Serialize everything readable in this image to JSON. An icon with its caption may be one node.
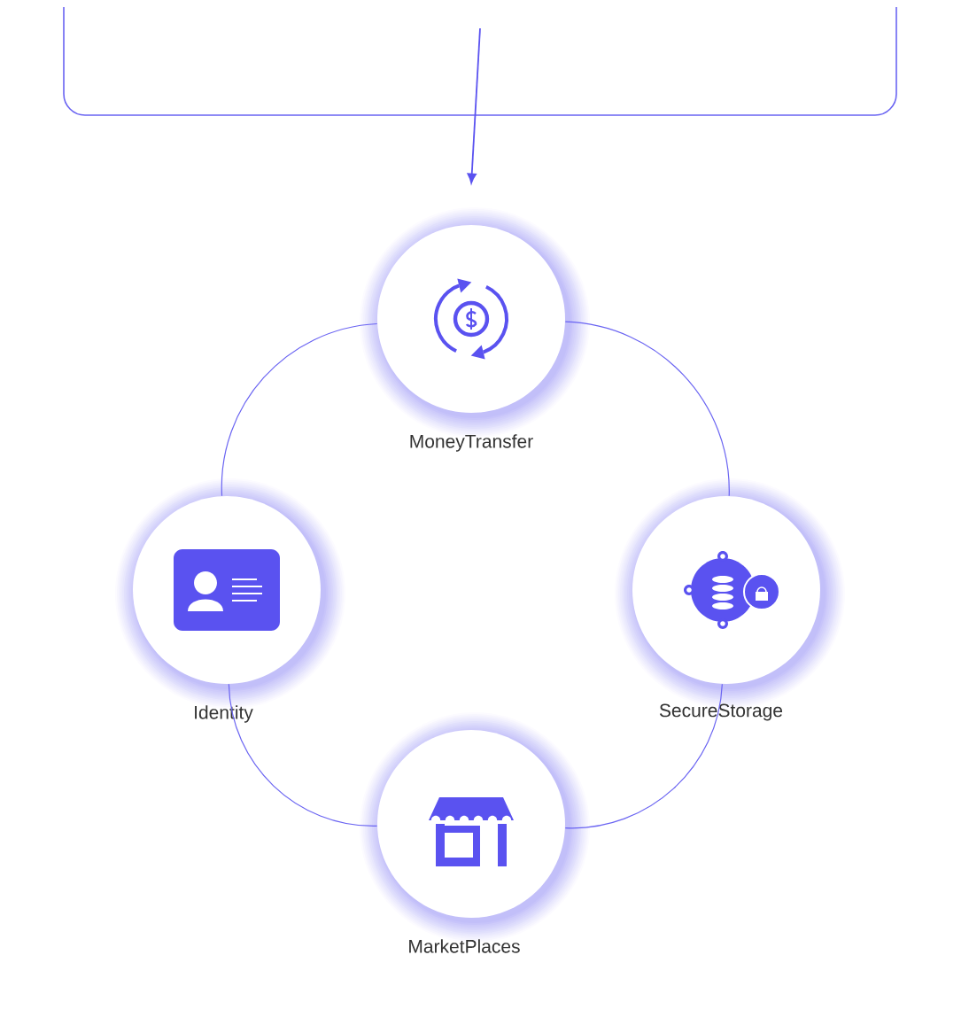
{
  "diagram": {
    "nodes": [
      {
        "text": [],
        "shape": "box"
      },
      {
        "text": [
          "MoneyTransfer"
        ]
      },
      {
        "text": [
          "Identity"
        ]
      },
      {
        "text": [
          "SecureStorage"
        ]
      },
      {
        "text": [
          "MarketPlaces"
        ]
      }
    ],
    "edges": [
      {
        "from": 0,
        "to": 1,
        "arrow": "to"
      },
      {
        "from": 1,
        "to": 3,
        "arrow": "none"
      },
      {
        "from": 3,
        "to": 4,
        "arrow": "none"
      },
      {
        "from": 4,
        "to": 2,
        "arrow": "none"
      },
      {
        "from": 2,
        "to": 1,
        "arrow": "none"
      }
    ]
  }
}
